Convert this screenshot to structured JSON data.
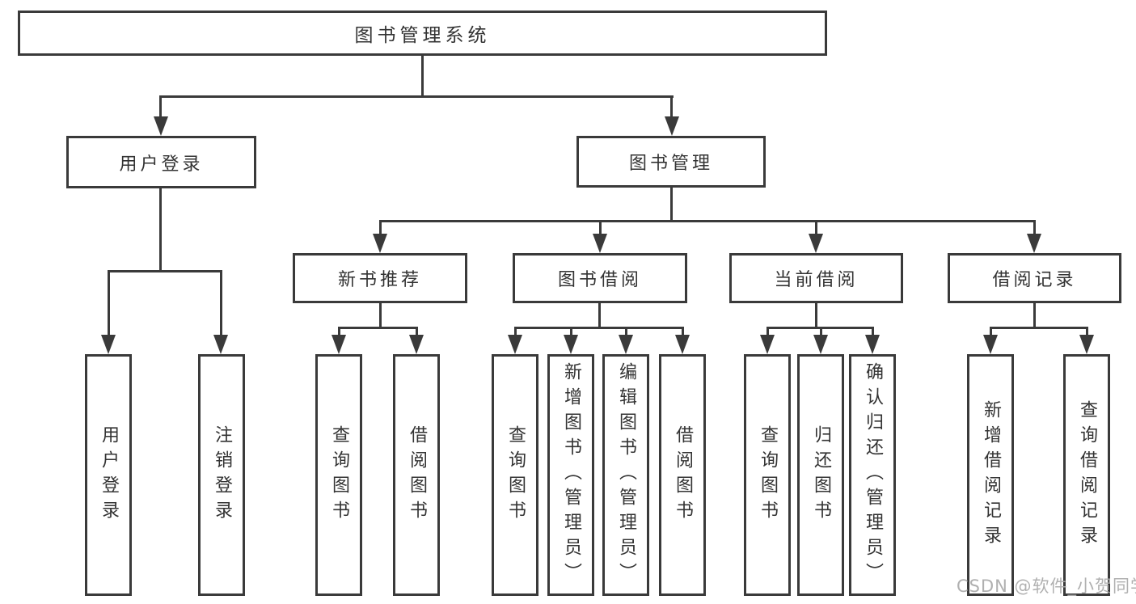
{
  "title": "图书管理系统",
  "branches": {
    "user": {
      "label": "用户登录",
      "children": [
        "用户登录",
        "注销登录"
      ]
    },
    "mgmt": {
      "label": "图书管理",
      "sections": [
        {
          "label": "新书推荐",
          "children": [
            "查询图书",
            "借阅图书"
          ]
        },
        {
          "label": "图书借阅",
          "children": [
            "查询图书",
            "新增图书（管理员）",
            "编辑图书（管理员）",
            "借阅图书"
          ]
        },
        {
          "label": "当前借阅",
          "children": [
            "查询图书",
            "归还图书",
            "确认归还（管理员）"
          ]
        },
        {
          "label": "借阅记录",
          "children": [
            "新增借阅记录",
            "查询借阅记录"
          ]
        }
      ]
    }
  },
  "watermark": "CSDN @软件_小贺同学"
}
